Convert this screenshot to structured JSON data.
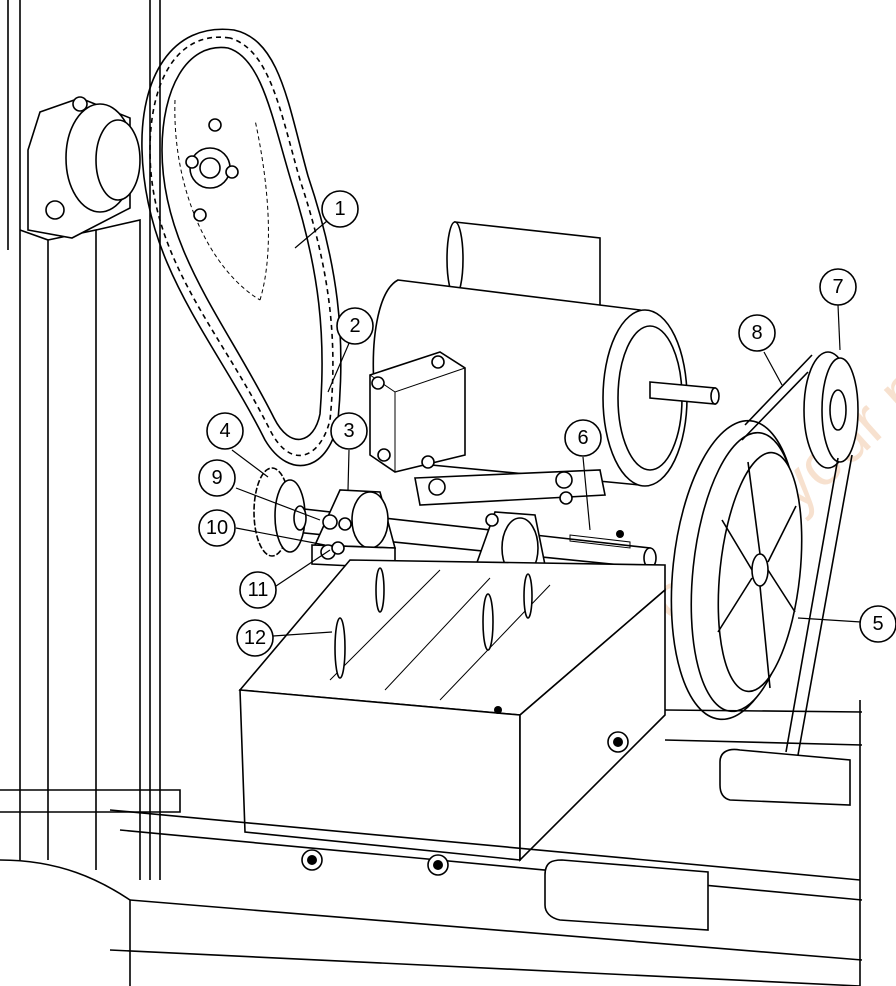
{
  "diagram": {
    "callouts": [
      {
        "label": "1"
      },
      {
        "label": "2"
      },
      {
        "label": "3"
      },
      {
        "label": "4"
      },
      {
        "label": "5"
      },
      {
        "label": "6"
      },
      {
        "label": "7"
      },
      {
        "label": "8"
      },
      {
        "label": "9"
      },
      {
        "label": "10"
      },
      {
        "label": "11"
      },
      {
        "label": "12"
      }
    ],
    "watermark": "...nt.com to order your pa..."
  }
}
